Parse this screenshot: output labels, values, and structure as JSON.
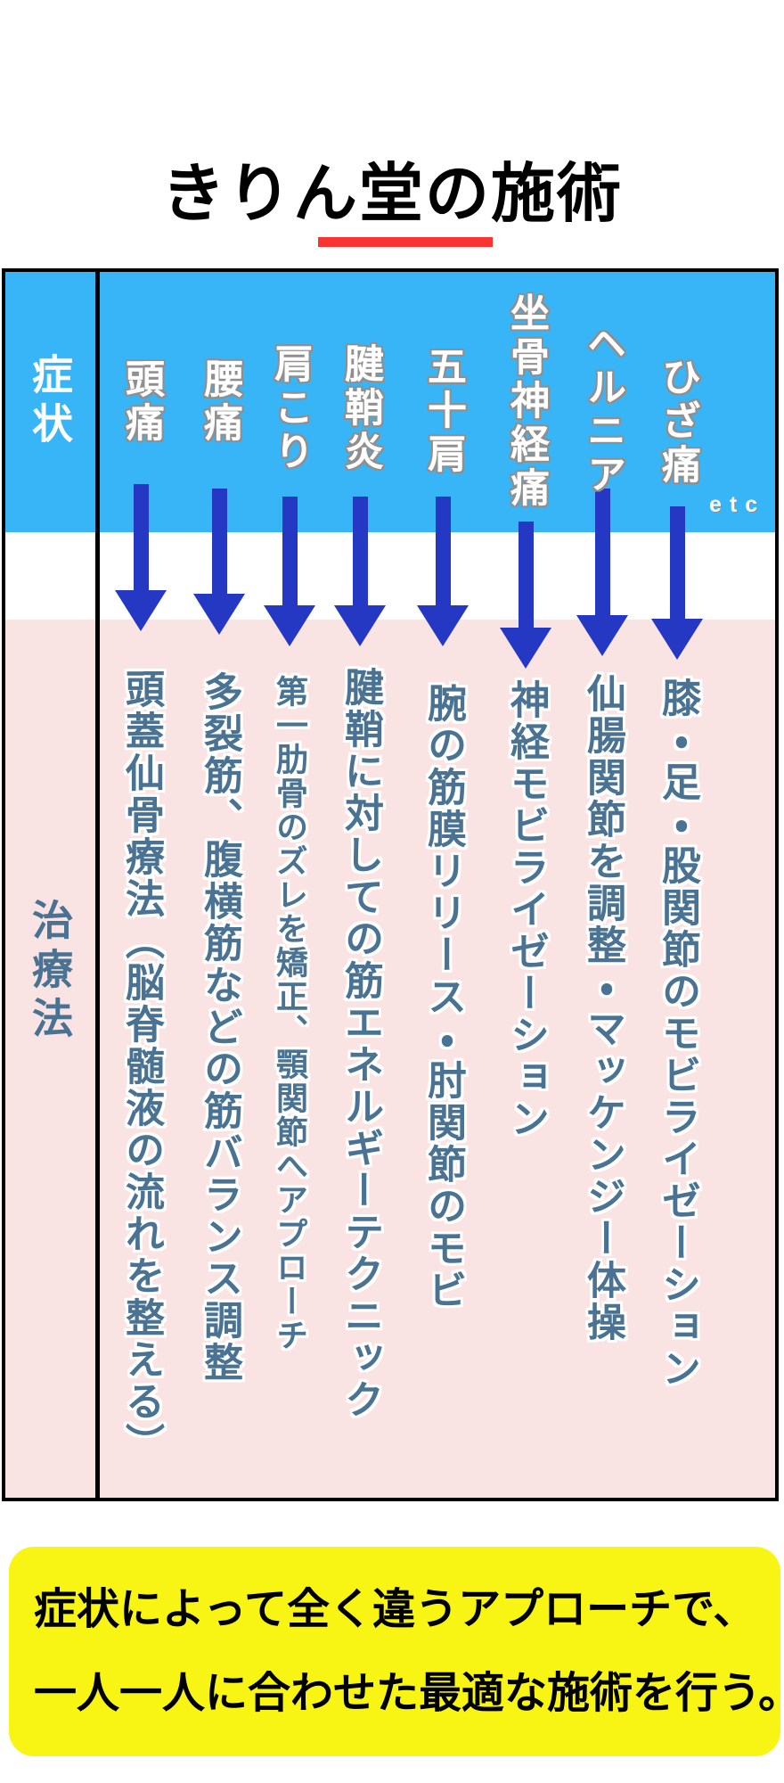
{
  "title": "きりん堂の施術",
  "table": {
    "row_headers": {
      "symptoms": "症状",
      "treatments": "治療法"
    },
    "etc_label": "etc",
    "columns": [
      {
        "symptom": "頭痛",
        "treatment": "頭蓋仙骨療法（脳脊髄液の流れを整える）"
      },
      {
        "symptom": "腰痛",
        "treatment": "多裂筋、腹横筋などの筋バランス調整"
      },
      {
        "symptom": "肩こり",
        "treatment": "第一肋骨のズレを矯正、顎関節へアプローチ"
      },
      {
        "symptom": "腱鞘炎",
        "treatment": "腱鞘に対しての筋エネルギーテクニック"
      },
      {
        "symptom": "五十肩",
        "treatment": "腕の筋膜リリース・肘関節のモビ"
      },
      {
        "symptom": "坐骨神経痛",
        "treatment": "神経モビライゼーション"
      },
      {
        "symptom": "ヘルニア",
        "treatment": "仙腸関節を調整・マッケンジー体操"
      },
      {
        "symptom": "ひざ痛",
        "treatment": "膝・足・股関節のモビライゼーション"
      }
    ]
  },
  "banner": {
    "line1": "症状によって全く違うアプローチで、",
    "line2": "一人一人に合わせた最適な施術を行う。"
  },
  "colors": {
    "header_blue": "#38b5f6",
    "arrow_blue": "#2538c4",
    "body_pink": "#fae3e3",
    "treatment_text": "#4a7292",
    "symptom_outline": "#8f8f8f",
    "accent_red": "#f93232",
    "highlight_yellow": "#f8f514",
    "border_black": "#000000"
  }
}
